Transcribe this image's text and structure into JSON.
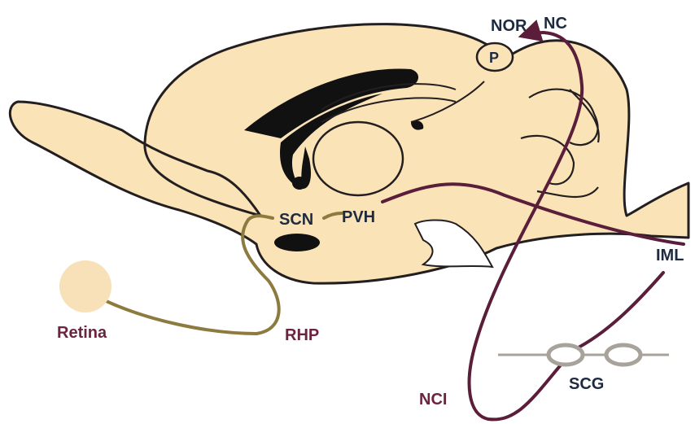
{
  "labels": {
    "nor": "NOR",
    "nc": "NC",
    "p": "P",
    "scn": "SCN",
    "pvh": "PVH",
    "iml": "IML",
    "retina": "Retina",
    "rhp": "RHP",
    "nci": "NCI",
    "scg": "SCG"
  },
  "colors": {
    "brain_fill": "#fbe3b8",
    "outline": "#231f20",
    "sympathetic_path": "#5a1e3a",
    "retinal_path": "#8c7a3e",
    "retina_fill": "#f8e1b8",
    "ganglion": "#a8a39a",
    "label_dark": "#1d2a40",
    "label_maroon": "#6b2340"
  }
}
